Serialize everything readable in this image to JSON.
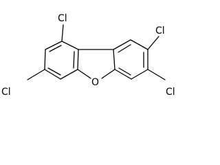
{
  "molecule": {
    "atoms": {
      "cl_upper_left": "Cl",
      "cl_left": "Cl",
      "oxygen": "O",
      "cl_upper_right": "Cl",
      "cl_right": "Cl"
    }
  },
  "colors": {
    "bond": "#000000",
    "label": "#000000",
    "background": "#ffffff"
  }
}
